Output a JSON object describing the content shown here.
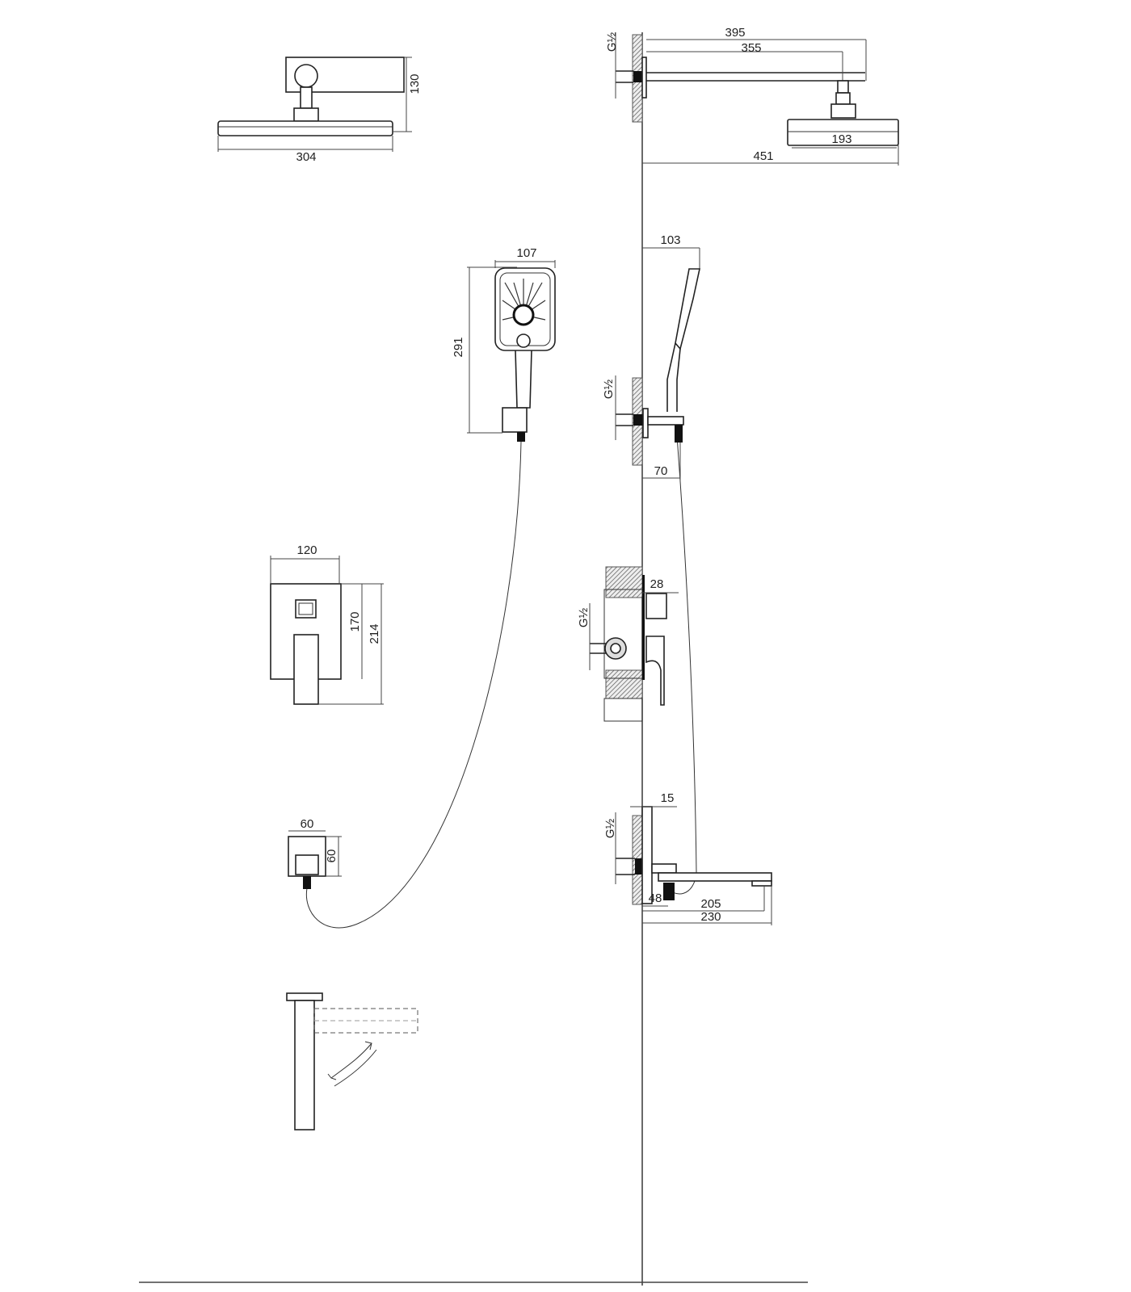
{
  "drawing": {
    "overhead_front": {
      "height": "130",
      "width": "304"
    },
    "overhead_side": {
      "thread": "G½",
      "arm_total": "395",
      "arm_to_head": "355",
      "head_width": "193",
      "overall_projection": "451"
    },
    "handshower_front": {
      "width": "107",
      "height": "291"
    },
    "handshower_side": {
      "depth": "103",
      "thread": "G½",
      "holder_projection": "70"
    },
    "mixer_front": {
      "width": "120",
      "height_plate": "170",
      "height_total": "214"
    },
    "mixer_side": {
      "thread": "G½",
      "projection": "28"
    },
    "outlet_front": {
      "width": "60",
      "height": "60"
    },
    "spout_side": {
      "thread": "G½",
      "plate": "15",
      "outlet_offset": "48",
      "spout_length": "205",
      "spout_total": "230"
    }
  }
}
